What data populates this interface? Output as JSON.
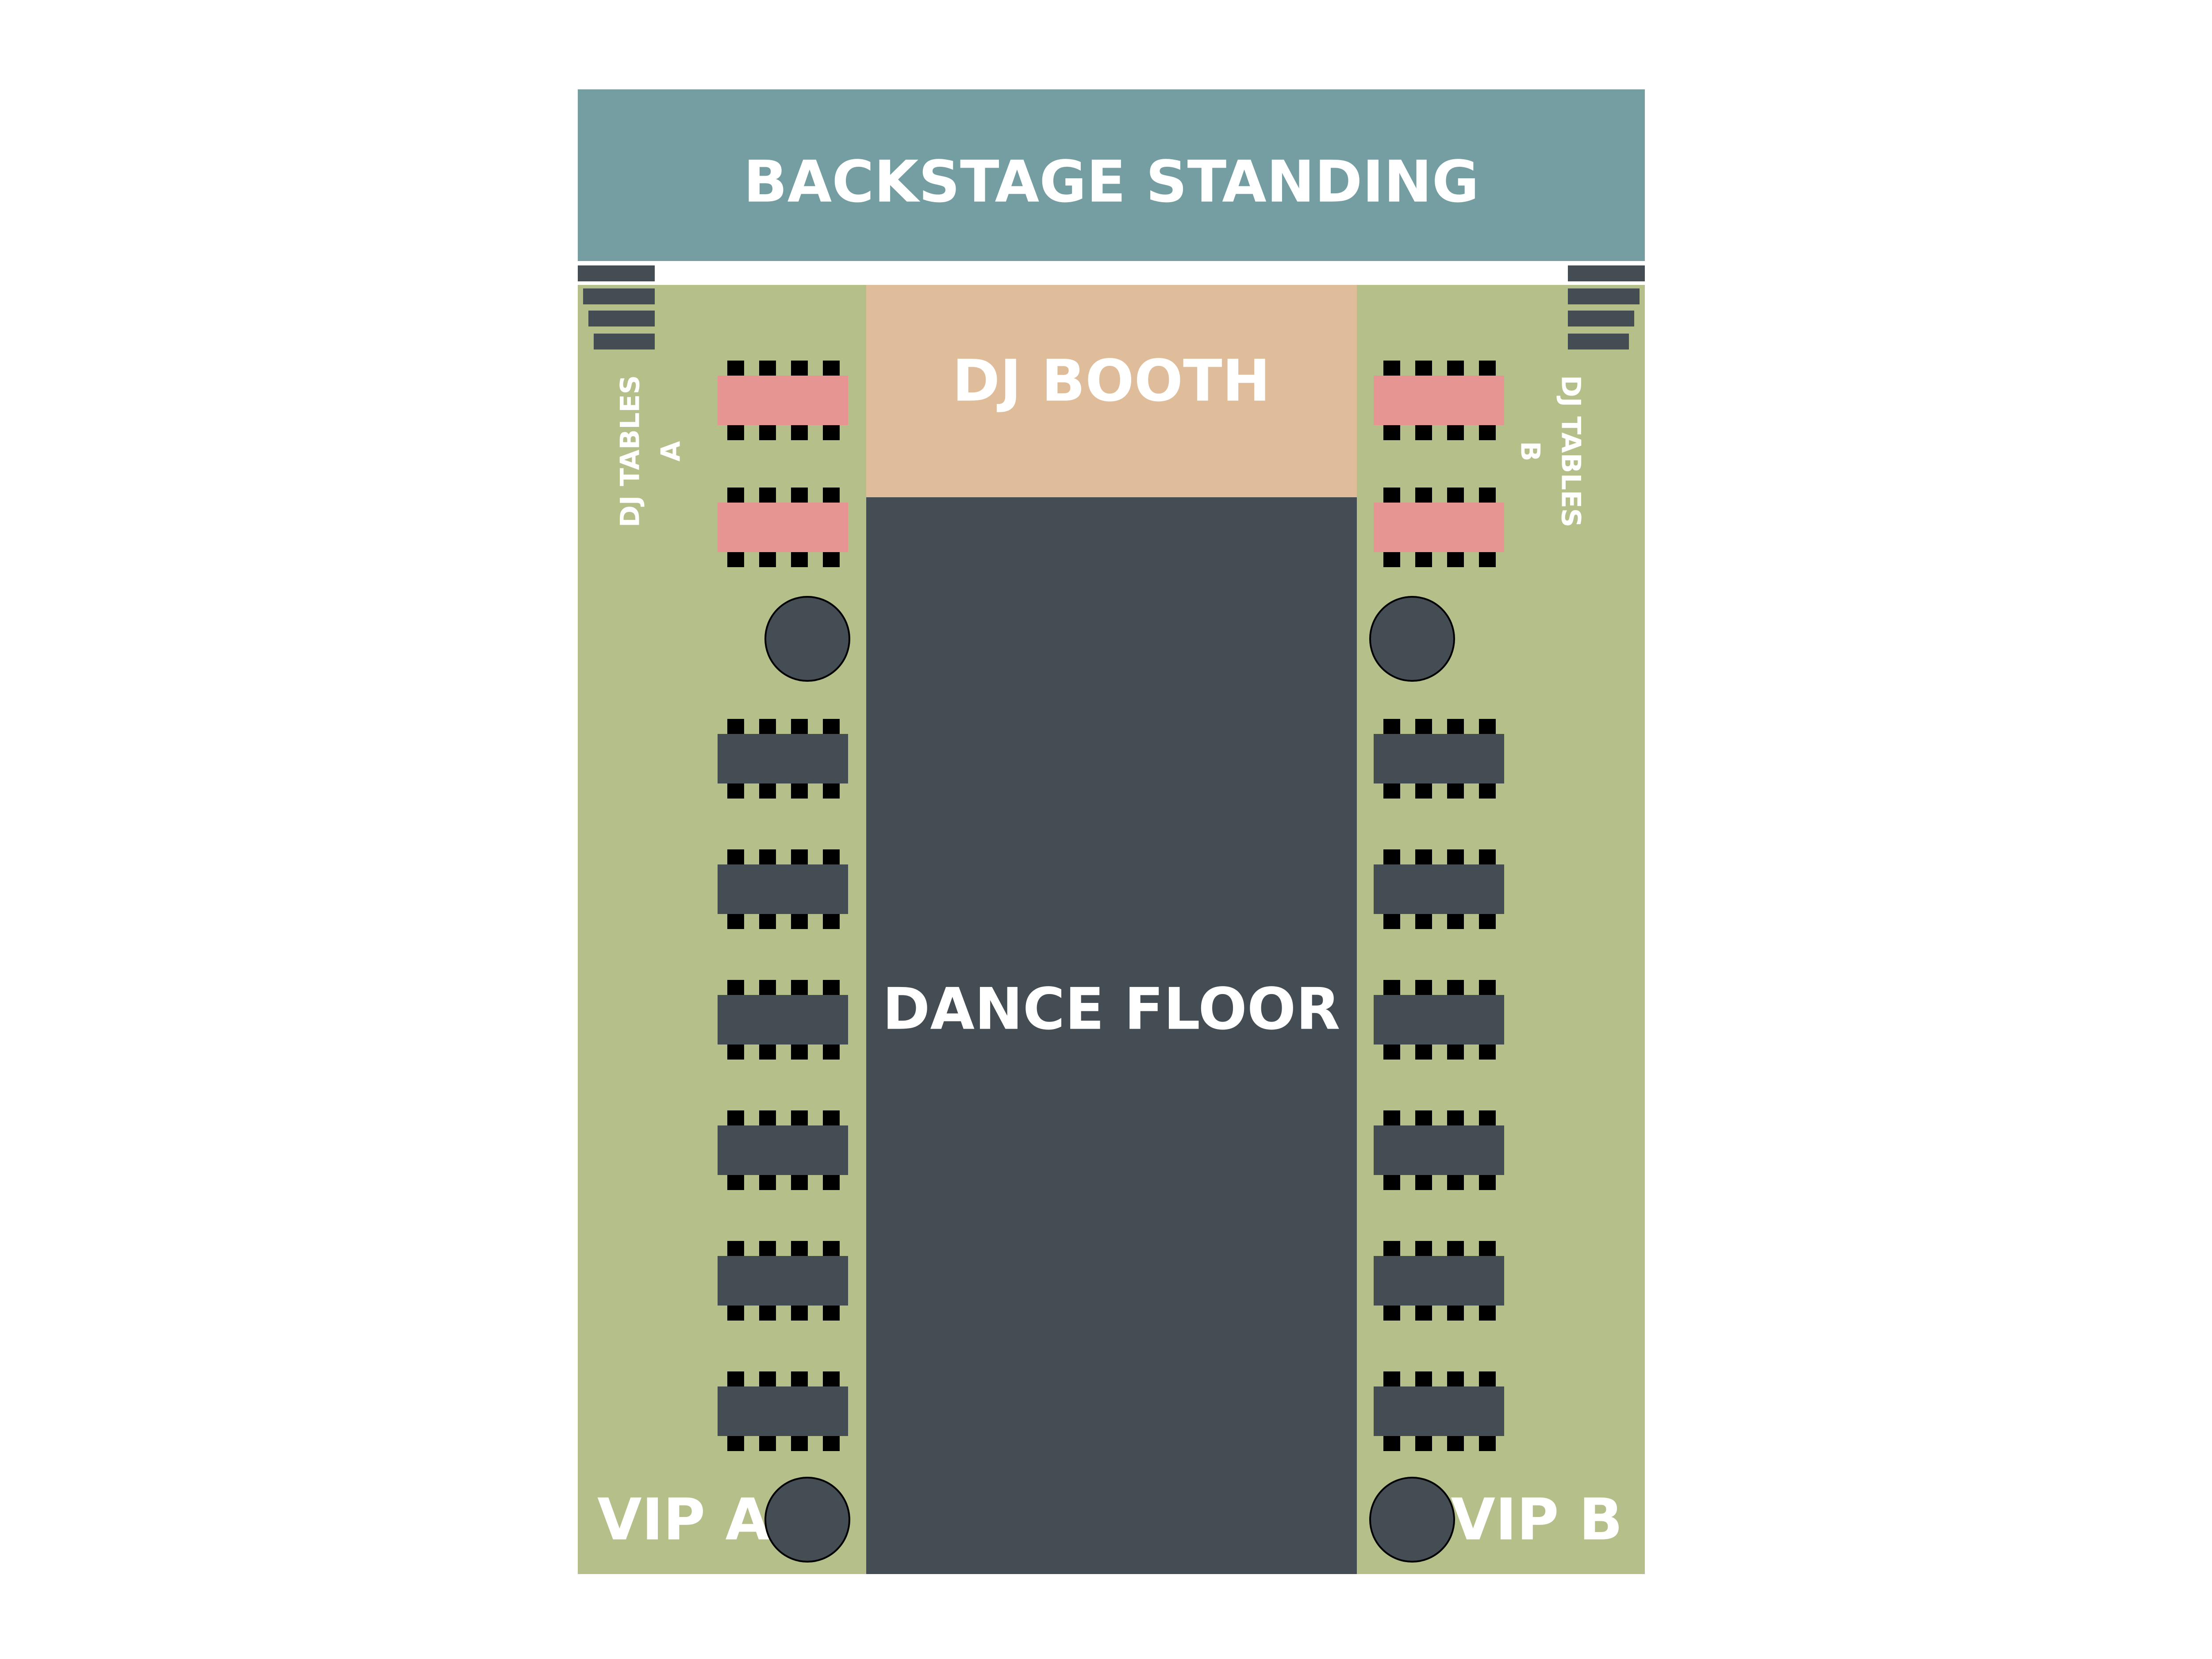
{
  "labels": {
    "backstage": "BACKSTAGE STANDING",
    "dj_booth": "DJ BOOTH",
    "dance_floor": "DANCE FLOOR",
    "dj_tables_a_line1": "DJ TABLES",
    "dj_tables_a_line2": "A",
    "dj_tables_b_line1": "DJ TABLES",
    "dj_tables_b_line2": "B",
    "vip_a": "VIP A",
    "vip_b": "VIP B"
  },
  "colors": {
    "background": "#ffffff",
    "backstage": "#749ea2",
    "side_area": "#b5bf8a",
    "dj_booth": "#dfbd9a",
    "dance_floor": "#444d53",
    "dj_table": "#e69592",
    "table": "#444d53",
    "chair": "#000000",
    "round_table": "#444d53",
    "stair_step": "#444d53",
    "label_text": "#ffffff"
  },
  "legend": {
    "dj_tables_per_side": 2,
    "long_tables_per_side": 6,
    "chairs_per_table": 8,
    "round_tables_per_side": 2
  }
}
